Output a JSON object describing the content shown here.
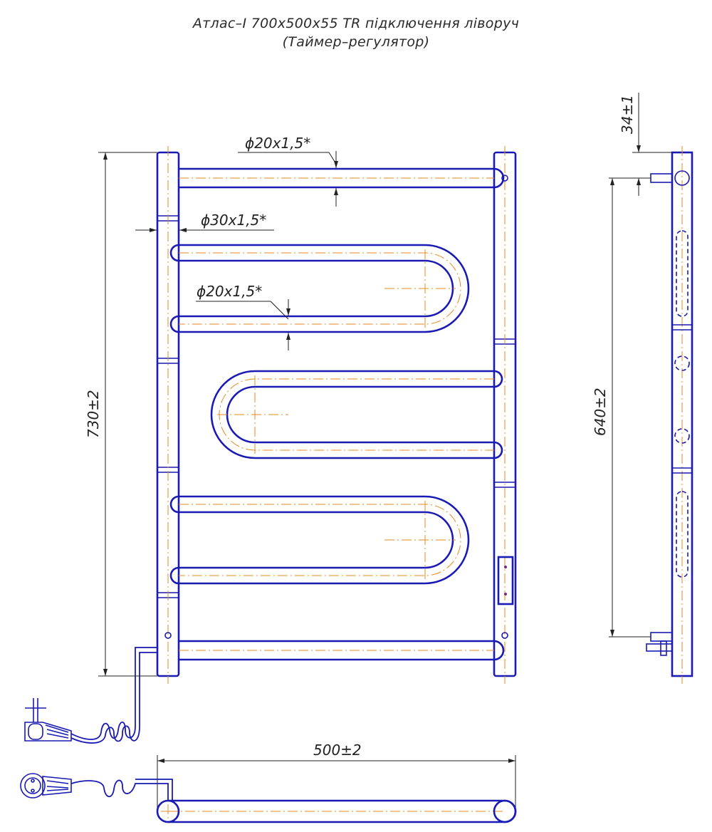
{
  "header": {
    "title_line1": "Атлас–I 700х500х55 TR підключення ліворуч",
    "title_line2": "(Таймер–регулятор)"
  },
  "dimensions": {
    "pipe_top": "ϕ20x1,5*",
    "pipe_side": "ϕ30x1,5*",
    "pipe_mid": "ϕ20x1,5*",
    "height": "730±2",
    "axis_height": "640±2",
    "offset": "34±1",
    "width": "500±2"
  },
  "colors": {
    "outline": "#1a1ab4",
    "centerline": "#e58a1f",
    "dimension": "#222222"
  }
}
